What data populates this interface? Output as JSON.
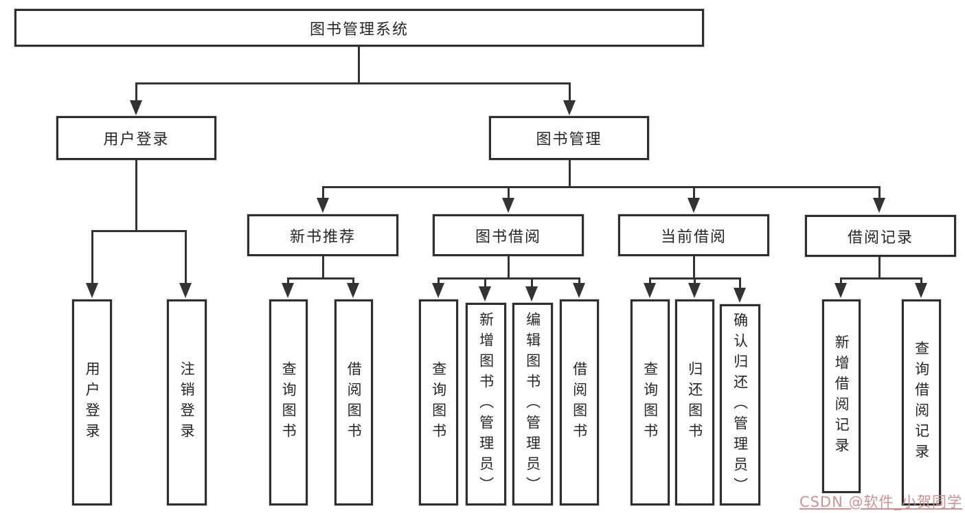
{
  "tree": {
    "root": {
      "label": "图书管理系统"
    },
    "children": [
      {
        "label": "用户登录",
        "children": [
          {
            "label": "用户登录"
          },
          {
            "label": "注销登录"
          }
        ]
      },
      {
        "label": "图书管理",
        "children": [
          {
            "label": "新书推荐",
            "children": [
              {
                "label": "查询图书"
              },
              {
                "label": "借阅图书"
              }
            ]
          },
          {
            "label": "图书借阅",
            "children": [
              {
                "label": "查询图书"
              },
              {
                "label": "新增图书（管理员）"
              },
              {
                "label": "编辑图书（管理员）"
              },
              {
                "label": "借阅图书"
              }
            ]
          },
          {
            "label": "当前借阅",
            "children": [
              {
                "label": "查询图书"
              },
              {
                "label": "归还图书"
              },
              {
                "label": "确认归还（管理员）"
              }
            ]
          },
          {
            "label": "借阅记录",
            "children": [
              {
                "label": "新增借阅记录"
              },
              {
                "label": "查询借阅记录"
              }
            ]
          }
        ]
      }
    ]
  },
  "watermark": {
    "text": "CSDN @软件_小贺同学"
  },
  "colors": {
    "line": "#333333",
    "box_border": "#2e2e2e",
    "text": "#262626",
    "watermark": "#c98b8b",
    "background": "#ffffff"
  }
}
